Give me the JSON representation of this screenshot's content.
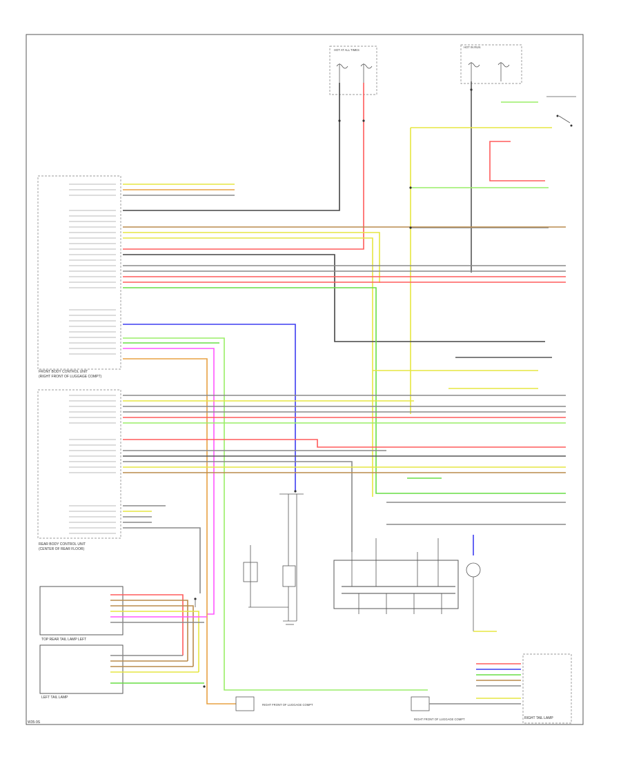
{
  "diagram": {
    "colors": {
      "red": "#ff5a5a",
      "yellow": "#e6e640",
      "blue": "#3c3cf0",
      "magenta": "#ff55ff",
      "green": "#66dd44",
      "lime": "#99ee66",
      "gray": "#888888",
      "dark": "#444444",
      "brown": "#b98a4a",
      "orange": "#e8a040",
      "line": "#555555"
    },
    "labels": {
      "front_left_module": "FRONT BODY CONTROL UNIT",
      "front_left_module_2": "(RIGHT FRONT OF LUGGAGE COMPT)",
      "rear_module": "REAR BODY CONTROL UNIT",
      "rear_module_2": "(CENTER OF REAR FLOOR)",
      "top_lamp": "TOP REAR TAIL LAMP LEFT",
      "bottom_left_lamp": "LEFT TAIL LAMP",
      "ground_1": "RIGHT FRONT OF LUGGAGE COMPT",
      "ground_2": "RIGHT FRONT OF LUGGAGE COMPT",
      "right_tail": "RIGHT TAIL LAMP",
      "hot_at_all_times": "HOT AT ALL TIMES",
      "hot_in_run": "HOT IN RUN",
      "page_ref": "W35-9S"
    }
  }
}
